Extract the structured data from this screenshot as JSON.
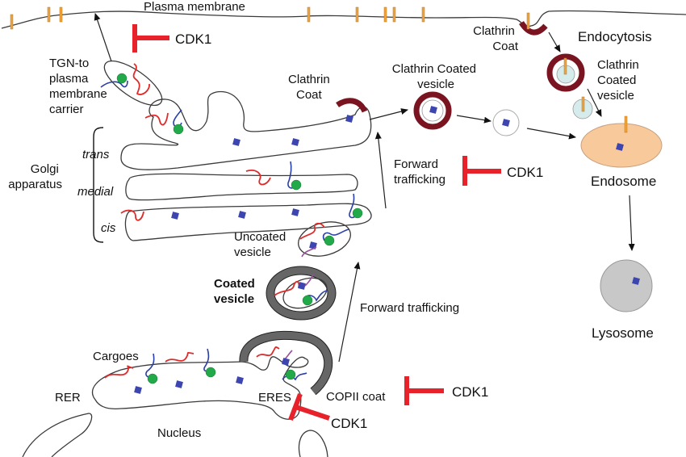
{
  "labels": {
    "plasma_membrane": "Plasma membrane",
    "cdk1_top": "CDK1",
    "tgn_carrier": [
      "TGN-to",
      "plasma",
      "membrane",
      "carrier"
    ],
    "clathrin_coat_golgi": [
      "Clathrin",
      "Coat"
    ],
    "clathrin_coated_vesicle_mid": [
      "Clathrin Coated",
      "vesicle"
    ],
    "clathrin_coat_top": [
      "Clathrin",
      "Coat"
    ],
    "endocytosis": "Endocytosis",
    "clathrin_coated_vesicle_right": [
      "Clathrin",
      "Coated",
      "vesicle"
    ],
    "golgi_apparatus": [
      "Golgi",
      "apparatus"
    ],
    "trans": "trans",
    "medial": "medial",
    "cis": "cis",
    "forward_trafficking_upper": [
      "Forward",
      "trafficking"
    ],
    "cdk1_mid": "CDK1",
    "endosome": "Endosome",
    "uncoated_vesicle": [
      "Uncoated",
      "vesicle"
    ],
    "coated_vesicle": [
      "Coated",
      "vesicle"
    ],
    "forward_trafficking_lower": "Forward trafficking",
    "lysosome": "Lysosome",
    "cargoes": "Cargoes",
    "rer": "RER",
    "eres": "ERES",
    "copii_coat": "COPII coat",
    "cdk1_copii": "CDK1",
    "cdk1_eres": "CDK1",
    "nucleus": "Nucleus"
  },
  "colors": {
    "inhibition": "#e8222b",
    "clathrin": "#7a1420",
    "copii": "#666666",
    "endosome": "#f8c99a",
    "lysosome": "#c8c8c8",
    "vesicle_fill": "#d6ecec",
    "cargo_square": "#3d45b0",
    "cargo_dot": "#22aa4a",
    "receptor": "#f0a23c"
  }
}
